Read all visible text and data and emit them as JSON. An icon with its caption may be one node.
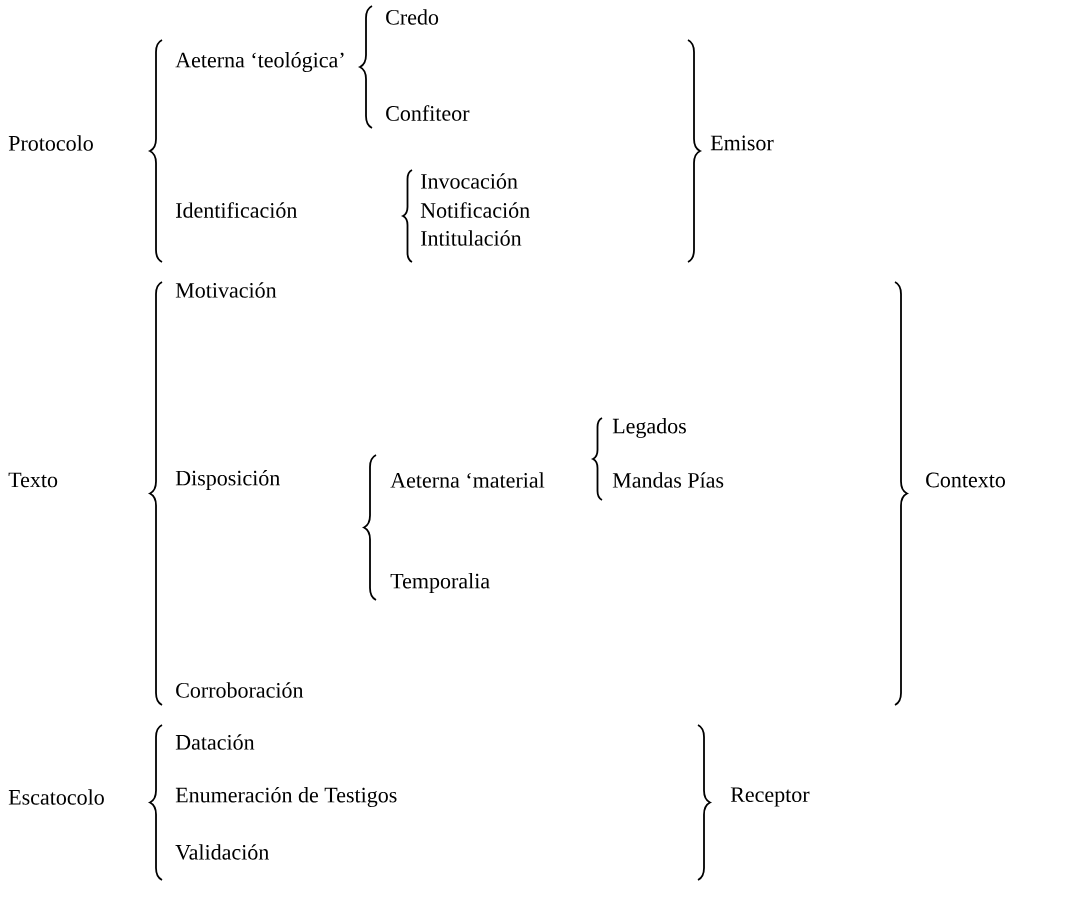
{
  "diagram": {
    "labels": [
      "Credo",
      "Aeterna ‘teológica’",
      "Protocolo",
      "Confiteor",
      "Emisor",
      "Invocación",
      "Identificación",
      "Notificación",
      "Intitulación",
      "Motivación",
      "Legados",
      "Texto",
      "Disposición",
      "Aeterna ‘material",
      "Mandas Pías",
      "Contexto",
      "Temporalia",
      "Corroboración",
      "Datación",
      "Escatocolo",
      "Enumeración de Testigos",
      "Receptor",
      "Validación"
    ]
  }
}
